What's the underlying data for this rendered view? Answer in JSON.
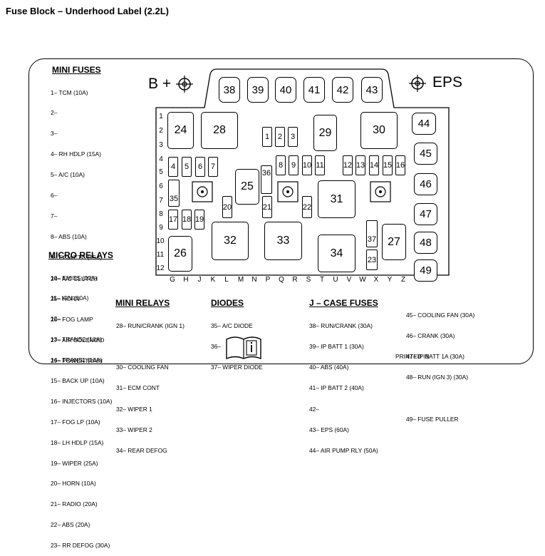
{
  "title": "Fuse Block – Underhood Label (2.2L)",
  "headers": {
    "b_plus": "B +",
    "eps": "EPS",
    "mini_fuses": "MINI FUSES",
    "micro_relays": "MICRO RELAYS",
    "mini_relays": "MINI RELAYS",
    "diodes": "DIODES",
    "jcase_fuses": "J – CASE FUSES",
    "printed_in": "PRINTED IN"
  },
  "mini_fuses": [
    "1– TCM (10A)",
    "2–",
    "3–",
    "4– RH HDLP (15A)",
    "5– A/C (10A)",
    "6–",
    "7–",
    "8– ABS (10A)",
    "9– ECM/ETC (15A)",
    "10– EMISS (10A)",
    "11– IGN (10A)",
    "12–",
    "13– TRANS2 (10A)",
    "14– TRANS1 (10A)",
    "15– BACK UP (10A)",
    "16– INJECTORS (10A)",
    "17– FOG LP (10A)",
    "18– LH HDLP (15A)",
    "19– WIPER (25A)",
    "20– HORN (10A)",
    "21– RADIO (20A)",
    "22– ABS (20A)",
    "23– RR DEFOG (30A)"
  ],
  "micro_relays": [
    "24– A/C CLUTCH",
    "25– HORN",
    "26– FOG LAMP",
    "27– AIR SOLENOID",
    "29– POWERTRAIN"
  ],
  "mini_relays": [
    "28– RUN/CRANK (IGN 1)",
    "",
    "30– COOLING FAN",
    "31– ECM CONT",
    "32– WIPER 1",
    "33– WIPER 2",
    "34– REAR DEFOG"
  ],
  "diodes": [
    "35– A/C DIODE",
    "36–",
    "37– WIPER DIODE"
  ],
  "jcase_fuses": [
    "38– RUN/CRANK (30A)",
    "39– IP BATT 1 (30A)",
    "40– ABS (40A)",
    "41– IP BATT 2 (40A)",
    "42–",
    "43– EPS (60A)",
    "44– AIR PUMP RLY (50A)"
  ],
  "jcase_fuses2": [
    "45– COOLING FAN (30A)",
    "46– CRANK (30A)",
    "47– IP BATT 1A (30A)",
    "48– RUN (IGN 3) (30A)",
    "",
    "49– FUSE PULLER"
  ],
  "row_numbers": [
    "1",
    "2",
    "3",
    "4",
    "5",
    "6",
    "7",
    "8",
    "9",
    "10",
    "11",
    "12"
  ],
  "col_letters": [
    "G",
    "H",
    "J",
    "K",
    "L",
    "M",
    "N",
    "P",
    "Q",
    "R",
    "S",
    "T",
    "U",
    "V",
    "W",
    "X",
    "Y",
    "Z"
  ],
  "fuses": {
    "f1": "1",
    "f2": "2",
    "f3": "3",
    "f8": "8",
    "f9": "9",
    "f10": "10",
    "f11": "11",
    "f4": "4",
    "f5": "5",
    "f6": "6",
    "f7": "7",
    "f12": "12",
    "f13": "13",
    "f14": "14",
    "f15": "15",
    "f16": "16",
    "f17": "17",
    "f18": "18",
    "f19": "19",
    "f20": "20",
    "f21": "21",
    "f22": "22",
    "f23": "23",
    "r24": "24",
    "r25": "25",
    "r26": "26",
    "r27": "27",
    "r28": "28",
    "r29": "29",
    "r30": "30",
    "r31": "31",
    "r32": "32",
    "r33": "33",
    "r34": "34",
    "d35": "35",
    "d36": "36",
    "d37": "37",
    "j38": "38",
    "j39": "39",
    "j40": "40",
    "j41": "41",
    "j42": "42",
    "j43": "43",
    "j44": "44",
    "j45": "45",
    "j46": "46",
    "j47": "47",
    "j48": "48",
    "j49": "49"
  }
}
